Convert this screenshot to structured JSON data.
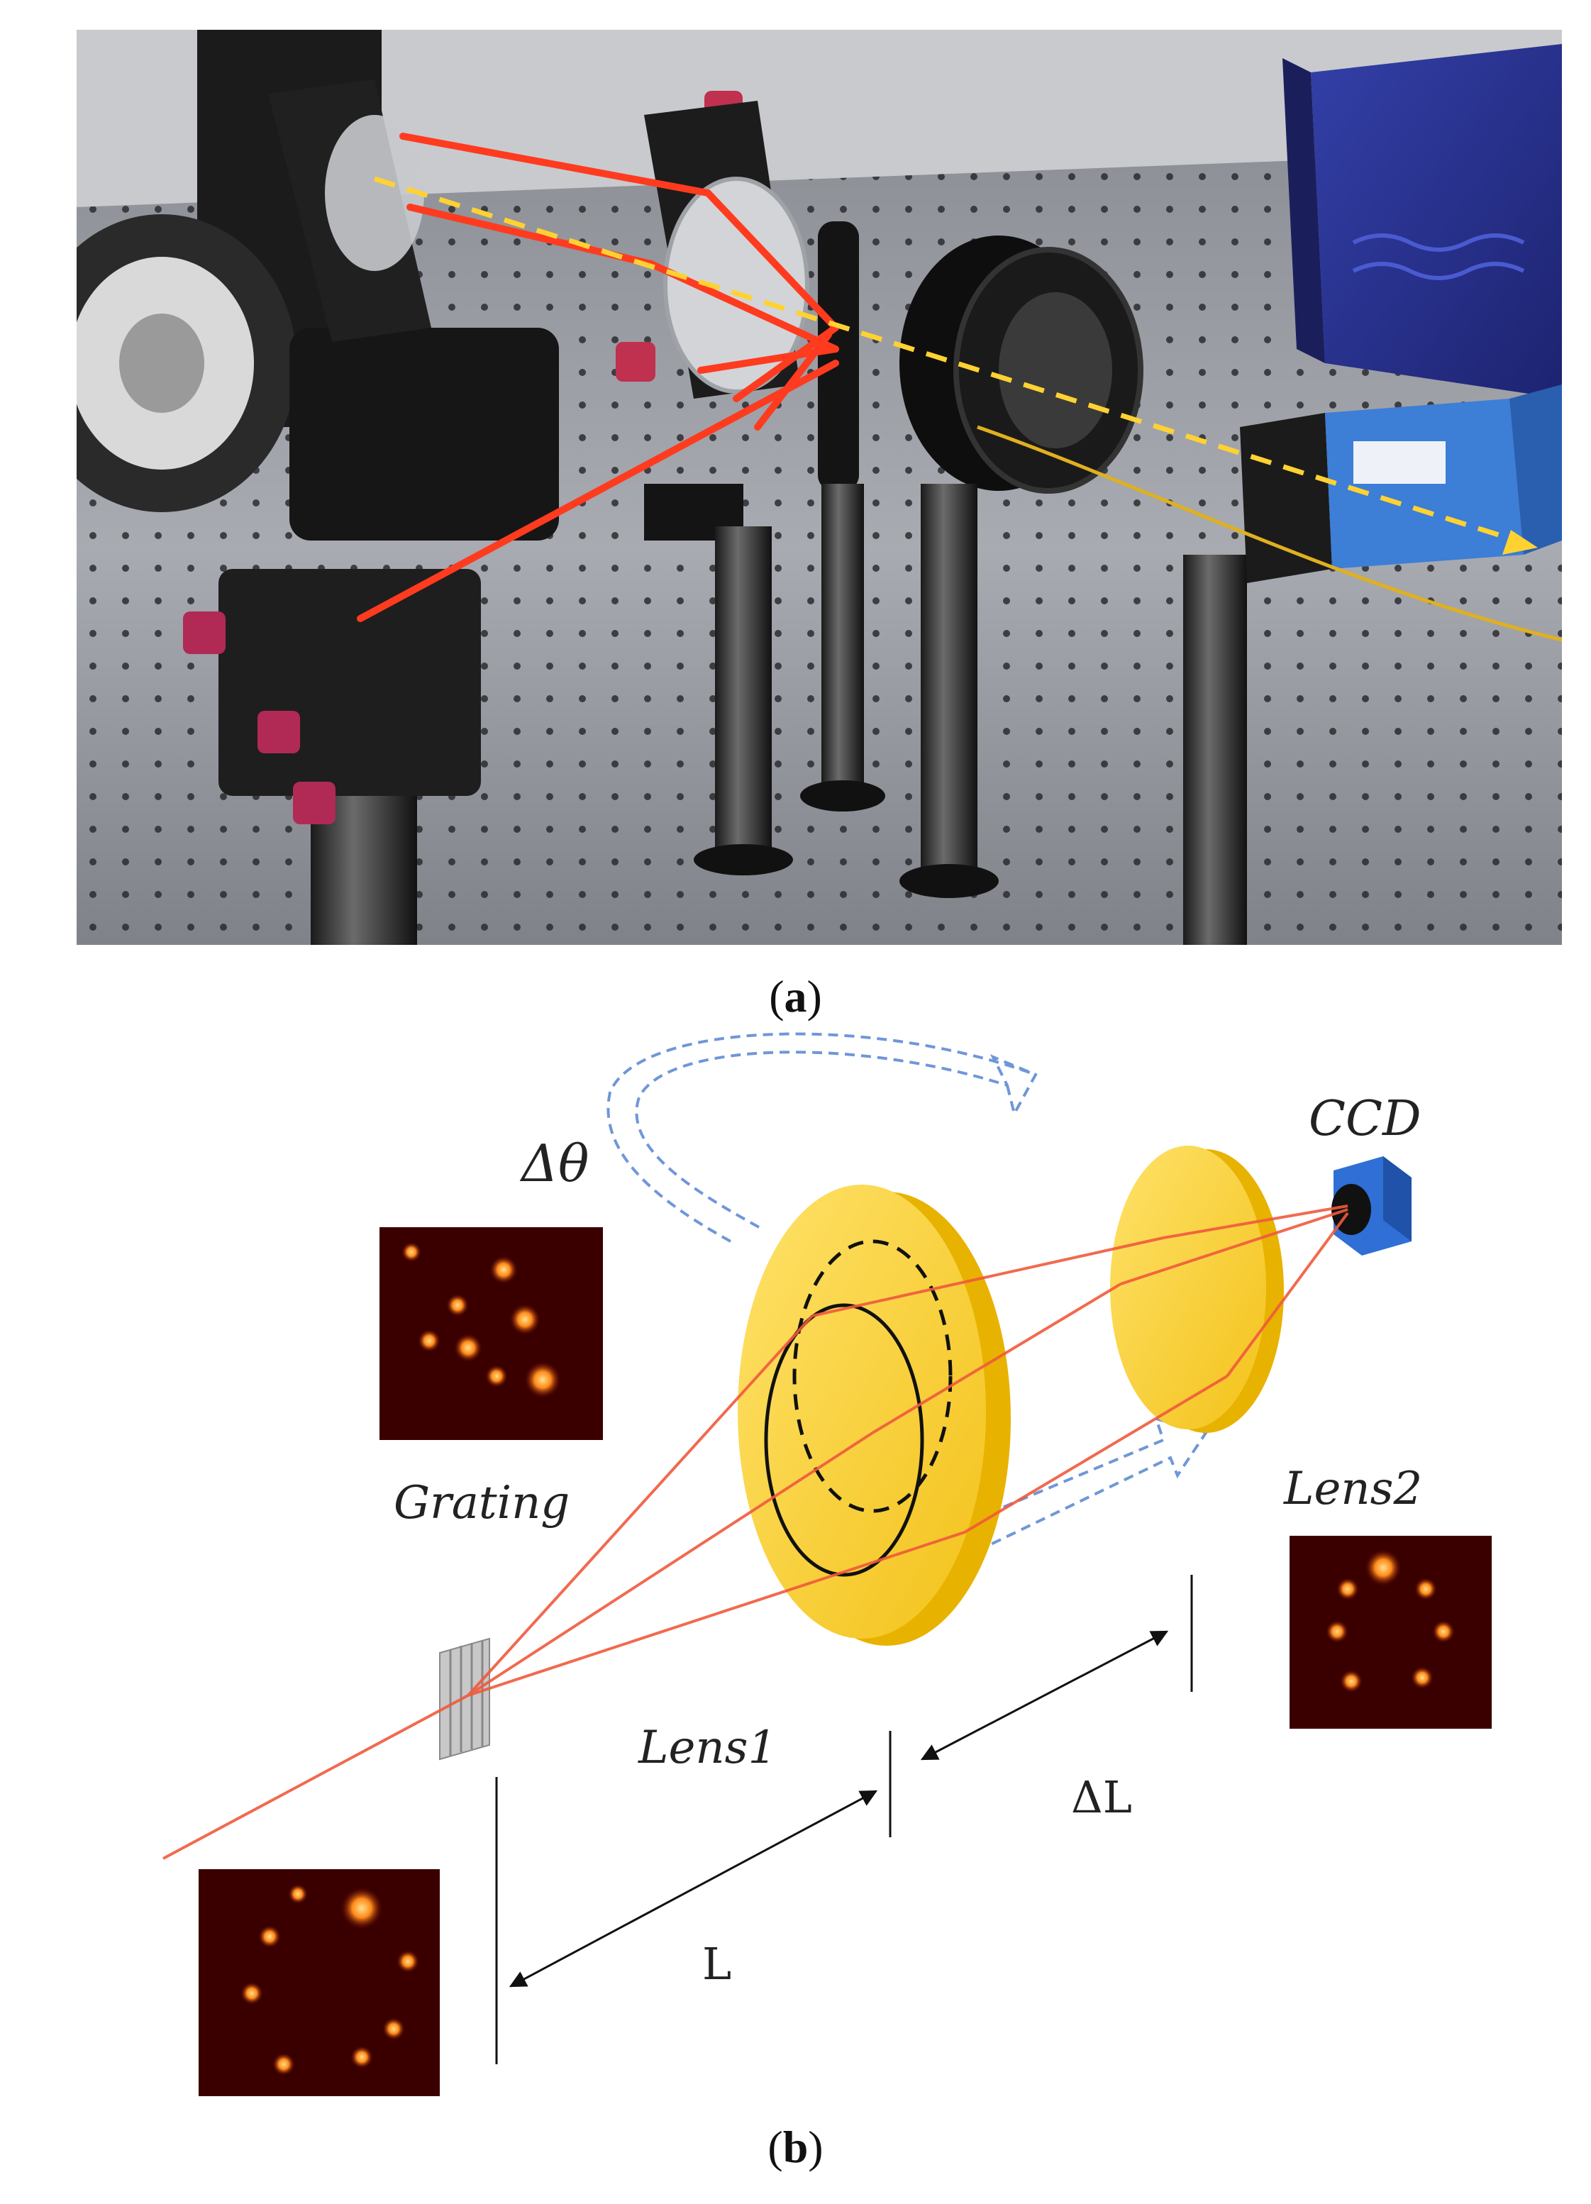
{
  "captions": {
    "a": "(a)",
    "a_letter": "a",
    "b": "(b)",
    "b_letter": "b"
  },
  "labels": {
    "delta_theta": "Δθ",
    "ccd": "CCD",
    "grating": "Grating",
    "lens1": "Lens1",
    "lens2": "Lens2",
    "delta_L": "ΔL",
    "L": "L"
  },
  "colors": {
    "beam": "#ff3b1f",
    "beam_diagram": "#f05a3c",
    "lens_fill": "#ffd23c",
    "lens_edge": "#d9a400",
    "arrow_dashed": "#6f97d8",
    "ccd_body": "#2f6fd6",
    "speckle_bg": "#3a0000",
    "speckle_spot": "#ffb030"
  }
}
